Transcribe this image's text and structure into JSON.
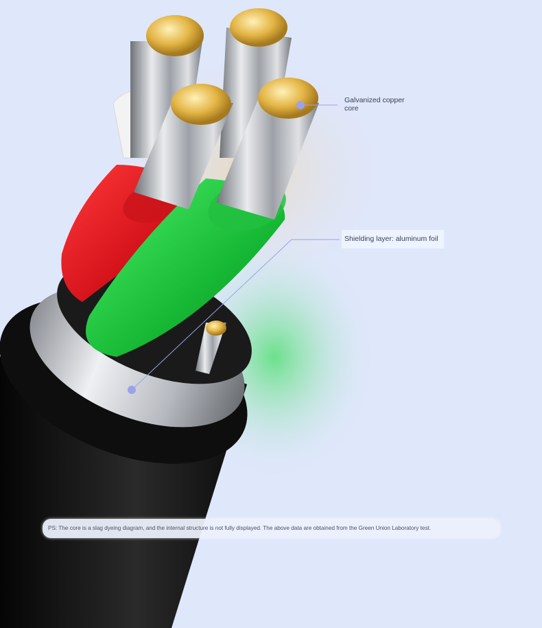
{
  "callouts": {
    "copper": "Galvanized copper core",
    "shield": "Shielding layer: aluminum foil"
  },
  "note": "PS: The core is a slag dyeing diagram, and the internal structure is not fully displayed. The above data are obtained from the Green Union Laboratory test.",
  "colors": {
    "background": "#dfe7fb",
    "jacket": "#141414",
    "foil": "#c7c9ce",
    "red_wire": "#e8161d",
    "green_wire": "#1fc43c",
    "white_wire": "#f2f2f2",
    "copper_tips": "#d8a93a",
    "accent_dot": "#9aa3e8"
  }
}
